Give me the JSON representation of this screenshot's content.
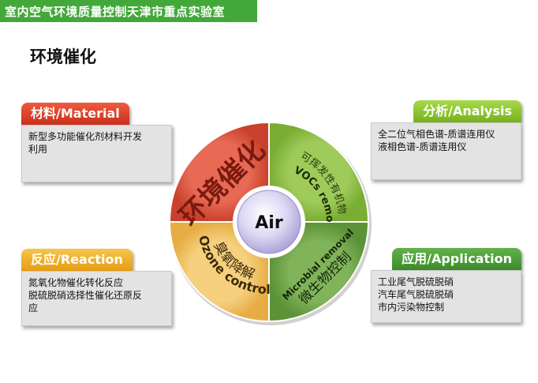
{
  "header": {
    "lab_name": "室内空气环境质量控制天津市重点实验室",
    "bar_color": "#43a83a"
  },
  "page_title": "环境催化",
  "cards": {
    "material": {
      "title_cn": "材料/",
      "title_en": "Material",
      "lines": [
        "新型多功能催化剂材料开发",
        "利用"
      ],
      "color": "#e0452b"
    },
    "analysis": {
      "title_cn": "分析/",
      "title_en": "Analysis",
      "lines": [
        "全二位气相色谱-质谱连用仪",
        "液相色谱-质谱连用仪"
      ],
      "color": "#8fc63a"
    },
    "reaction": {
      "title_cn": "反应/",
      "title_en": "Reaction",
      "lines": [
        "氮氧化物催化转化反应",
        "脱硫脱硝选择性催化还原反",
        "应"
      ],
      "color": "#f0b02a"
    },
    "application": {
      "title_cn": "应用/",
      "title_en": "Application",
      "lines": [
        "工业尾气脱硫脱硝",
        "汽车尾气脱硫脱硝",
        "市内污染物控制"
      ],
      "color": "#4fa53a"
    }
  },
  "wheel": {
    "center": "Air",
    "q1_label": "环境催化",
    "q2_cn": "可挥发性有机物去除",
    "q2_en": "VOCs removal",
    "q3_cn": "臭氧降解",
    "q3_en": "Ozone control",
    "q4_cn": "微生物控制",
    "q4_en": "Microbial removal",
    "colors": {
      "red": "#e05a45",
      "green": "#8fc14a",
      "yellow": "#f2c46a",
      "darkgreen": "#6da348",
      "center": "#d9d4f2"
    }
  }
}
